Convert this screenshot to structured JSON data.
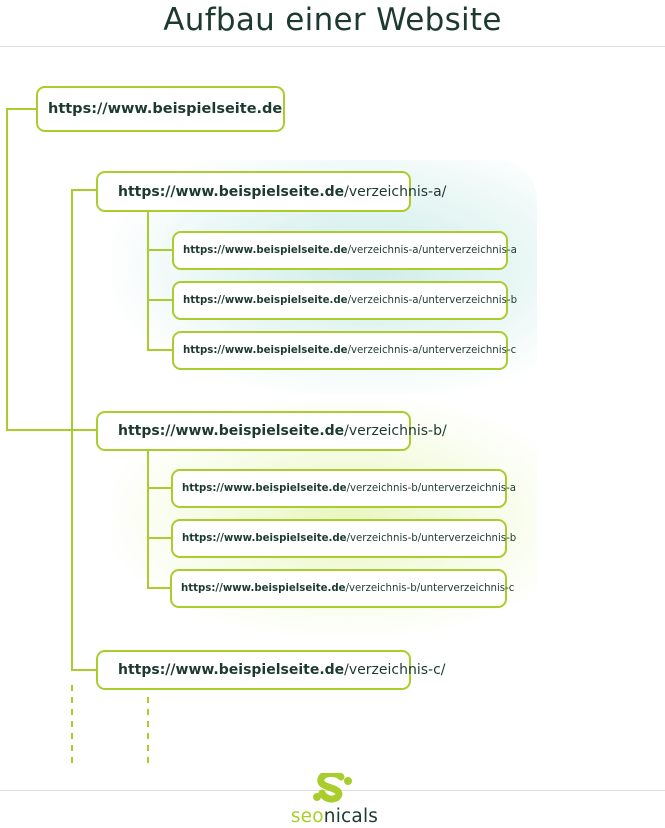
{
  "title": "Aufbau einer Website",
  "colors": {
    "accent": "#a9cd2d",
    "text": "#1d3a2f",
    "divider": "#dcdcdc"
  },
  "root": {
    "domain": "https://www.beispielseite.de",
    "path": ""
  },
  "directories": [
    {
      "domain": "https://www.beispielseite.de",
      "path": "/verzeichnis-a/",
      "children": [
        {
          "domain": "https://www.beispielseite.de",
          "path": "/verzeichnis-a/unterverzeichnis-a"
        },
        {
          "domain": "https://www.beispielseite.de",
          "path": "/verzeichnis-a/unterverzeichnis-b"
        },
        {
          "domain": "https://www.beispielseite.de",
          "path": "/verzeichnis-a/unterverzeichnis-c"
        }
      ]
    },
    {
      "domain": "https://www.beispielseite.de",
      "path": "/verzeichnis-b/",
      "children": [
        {
          "domain": "https://www.beispielseite.de",
          "path": "/verzeichnis-b/unterverzeichnis-a"
        },
        {
          "domain": "https://www.beispielseite.de",
          "path": "/verzeichnis-b/unterverzeichnis-b"
        },
        {
          "domain": "https://www.beispielseite.de",
          "path": "/verzeichnis-b/unterverzeichnis-c"
        }
      ]
    },
    {
      "domain": "https://www.beispielseite.de",
      "path": "/verzeichnis-c/",
      "children": []
    }
  ],
  "logo": {
    "text_accent": "seo",
    "text_main": "nicals",
    "icon": "seonicals-s-logo-icon"
  }
}
